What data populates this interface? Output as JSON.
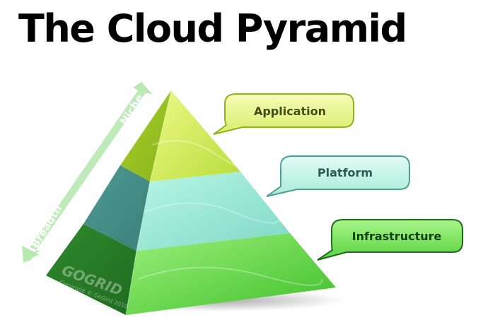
{
  "title": "The Cloud Pyramid",
  "axis": {
    "top_label": "Niche",
    "bottom_label": "Breadth"
  },
  "layers": [
    {
      "label": "Application",
      "color": "#c9e85a"
    },
    {
      "label": "Platform",
      "color": "#7fe0c8"
    },
    {
      "label": "Infrastructure",
      "color": "#4fcf3c"
    }
  ],
  "watermark": {
    "logo": "GOGRID",
    "copyright": "Copyright © GoGrid 2010"
  }
}
